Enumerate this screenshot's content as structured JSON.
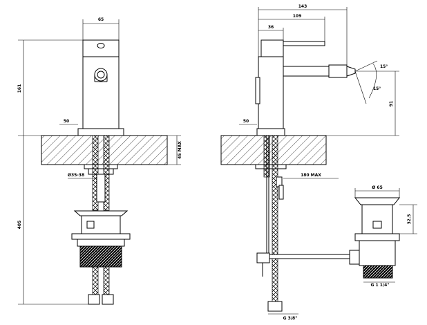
{
  "labels": {
    "front_top_width": "65",
    "front_total_height": "161",
    "front_base": "50",
    "deck_max": "45 MAX",
    "hole_dia": "Ø35-38",
    "below_deck": "405",
    "side_total_width": "143",
    "side_spout_reach": "109",
    "side_lever_offset": "36",
    "spray_angle_a": "15°",
    "spray_angle_b": "15°",
    "spout_height": "91",
    "side_base": "50",
    "pull_rod_max": "180 MAX",
    "waste_dia": "Ø 65",
    "waste_height": "32.5",
    "waste_thread": "G 1 1/4\"",
    "hose_thread": "G 3/8\""
  },
  "colors": {
    "line": "#000000",
    "background": "#ffffff"
  }
}
